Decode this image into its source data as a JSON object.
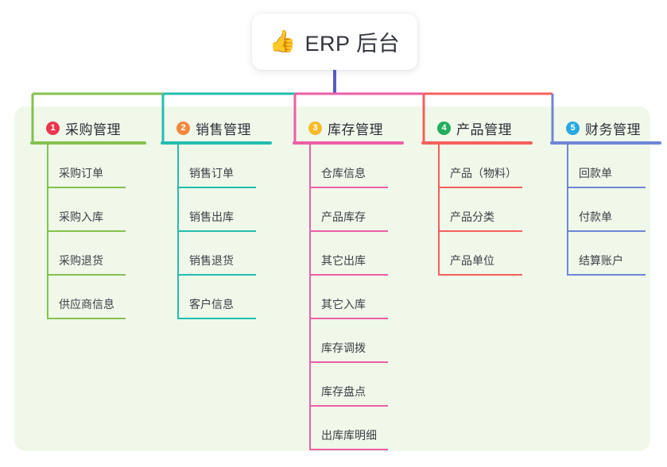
{
  "root": {
    "icon": "thumbs-up-icon",
    "emoji": "👍",
    "title": "ERP 后台"
  },
  "theme": {
    "board_background": "#f0f8ea",
    "root_background": "#ffffff",
    "root_text": "#30343c",
    "leaf_text": "#3a3f46",
    "stem_color": "#5b5bc8"
  },
  "branches": [
    {
      "index": "1",
      "badge_label": "1",
      "badge_color": "#e8384f",
      "line_color": "#84c14e",
      "title": "采购管理",
      "items": [
        {
          "label": "采购订单"
        },
        {
          "label": "采购入库"
        },
        {
          "label": "采购退货"
        },
        {
          "label": "供应商信息"
        }
      ]
    },
    {
      "index": "2",
      "badge_label": "2",
      "badge_color": "#f2883c",
      "line_color": "#23bdb0",
      "title": "销售管理",
      "items": [
        {
          "label": "销售订单"
        },
        {
          "label": "销售出库"
        },
        {
          "label": "销售退货"
        },
        {
          "label": "客户信息"
        }
      ]
    },
    {
      "index": "3",
      "badge_label": "3",
      "badge_color": "#f6bb2a",
      "line_color": "#ec5fa6",
      "title": "库存管理",
      "items": [
        {
          "label": "仓库信息"
        },
        {
          "label": "产品库存"
        },
        {
          "label": "其它出库"
        },
        {
          "label": "其它入库"
        },
        {
          "label": "库存调拨"
        },
        {
          "label": "库存盘点"
        },
        {
          "label": "出库库明细"
        }
      ]
    },
    {
      "index": "4",
      "badge_label": "4",
      "badge_color": "#22ae5b",
      "line_color": "#f4605c",
      "title": "产品管理",
      "items": [
        {
          "label": "产品（物料）"
        },
        {
          "label": "产品分类"
        },
        {
          "label": "产品单位"
        }
      ]
    },
    {
      "index": "5",
      "badge_label": "5",
      "badge_color": "#28a8e0",
      "line_color": "#6f86d6",
      "title": "财务管理",
      "items": [
        {
          "label": "回款单"
        },
        {
          "label": "付款单"
        },
        {
          "label": "结算账户"
        }
      ]
    }
  ]
}
